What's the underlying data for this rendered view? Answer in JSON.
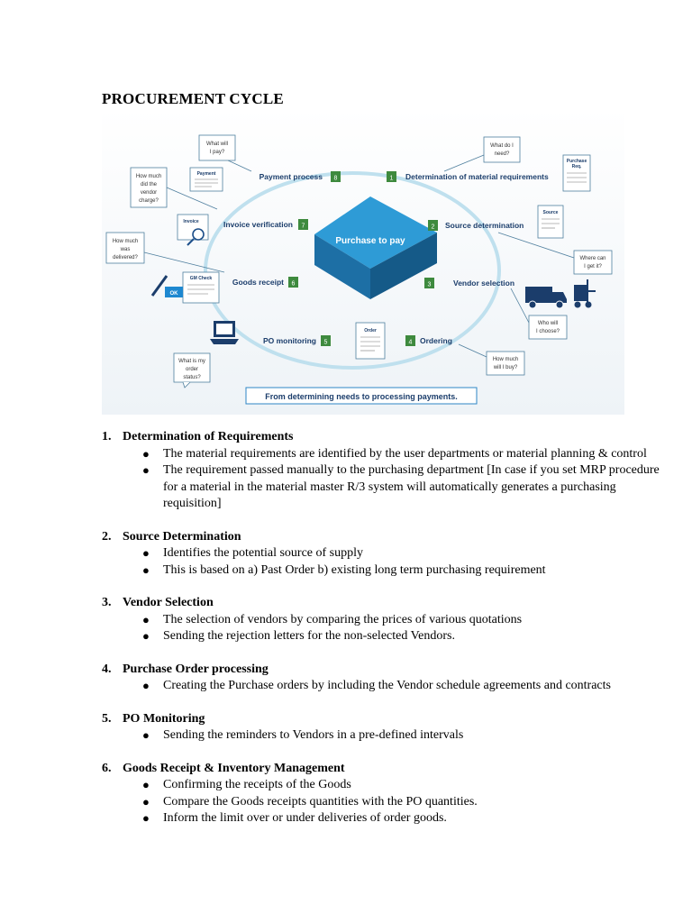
{
  "title": "PROCUREMENT CYCLE",
  "diagram": {
    "center": "Purchase to pay",
    "banner": "From determining needs to processing payments.",
    "steps": [
      {
        "num": "1",
        "label": "Determination of material requirements"
      },
      {
        "num": "2",
        "label": "Source determination"
      },
      {
        "num": "3",
        "label": "Vendor selection"
      },
      {
        "num": "4",
        "label": "Ordering"
      },
      {
        "num": "5",
        "label": "PO monitoring"
      },
      {
        "num": "6",
        "label": "Goods receipt"
      },
      {
        "num": "7",
        "label": "Invoice verification"
      },
      {
        "num": "8",
        "label": "Payment process"
      }
    ],
    "bubbles": {
      "what_will_i_pay": [
        "What will",
        "I pay?"
      ],
      "vendor_charge": [
        "How much",
        "did the",
        "vendor",
        "charge?"
      ],
      "delivered": [
        "How much",
        "was",
        "delivered?"
      ],
      "order_status": [
        "What is my",
        "order",
        "status?"
      ],
      "what_do_i_need": [
        "What do I",
        "need?"
      ],
      "where_get": [
        "Where can",
        "I get it?"
      ],
      "who_choose": [
        "Who will",
        "I choose?"
      ],
      "how_much_buy": [
        "How much",
        "will I buy?"
      ]
    },
    "documents": {
      "payment": "Payment",
      "invoice": "Invoice",
      "gm_check": "GM Check",
      "ok": "OK",
      "order": "Order",
      "source": "Source",
      "purchase_req": [
        "Purchase",
        "Req."
      ]
    }
  },
  "sections": [
    {
      "num": "1.",
      "heading": "Determination of Requirements",
      "bullets": [
        "The material requirements are identified by the user departments or material planning & control",
        "The requirement passed manually to the purchasing department [In case if you set MRP procedure for a material in the material master R/3 system will automatically generates a purchasing requisition]"
      ]
    },
    {
      "num": "2.",
      "heading": "Source Determination",
      "bullets": [
        "Identifies the potential source of supply",
        "This is based on a) Past Order b) existing long term purchasing requirement"
      ]
    },
    {
      "num": "3.",
      "heading": "Vendor Selection",
      "bullets": [
        "The selection of vendors by comparing the prices of various quotations",
        "Sending the rejection letters for the non-selected Vendors."
      ]
    },
    {
      "num": "4.",
      "heading": "Purchase Order processing",
      "bullets": [
        "Creating the Purchase orders by including the Vendor schedule agreements and contracts"
      ]
    },
    {
      "num": "5.",
      "heading": "PO Monitoring",
      "bullets": [
        "Sending the reminders to Vendors in a pre-defined intervals"
      ]
    },
    {
      "num": "6.",
      "heading": "Goods Receipt & Inventory Management",
      "bullets": [
        "Confirming the receipts of the Goods",
        "Compare the Goods receipts quantities with the PO quantities.",
        "Inform the limit over or under deliveries of order goods."
      ]
    }
  ]
}
